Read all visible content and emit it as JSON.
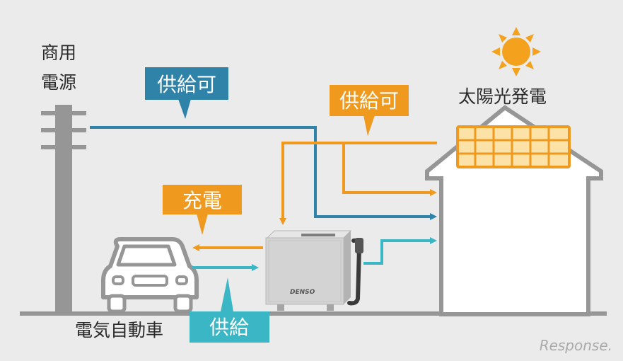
{
  "labels": {
    "grid_power_line1": "商用",
    "grid_power_line2": "電源",
    "solar": "太陽光発電",
    "ev": "電気自動車",
    "device_brand": "DENSO",
    "watermark": "Response."
  },
  "callouts": {
    "grid_supply": "供給可",
    "solar_supply": "供給可",
    "charge": "充電",
    "supply": "供給"
  },
  "colors": {
    "background": "#ebebeb",
    "gray_structure": "#969696",
    "blue_line": "#2f83a8",
    "orange_line": "#ef9a1e",
    "teal_line": "#3ab6c4",
    "sun": "#f4a21d",
    "device_body": "#d3d3d3"
  },
  "icons": [
    "utility-pole-icon",
    "sun-icon",
    "house-icon",
    "solar-panel-icon",
    "car-icon",
    "charger-device-icon"
  ]
}
